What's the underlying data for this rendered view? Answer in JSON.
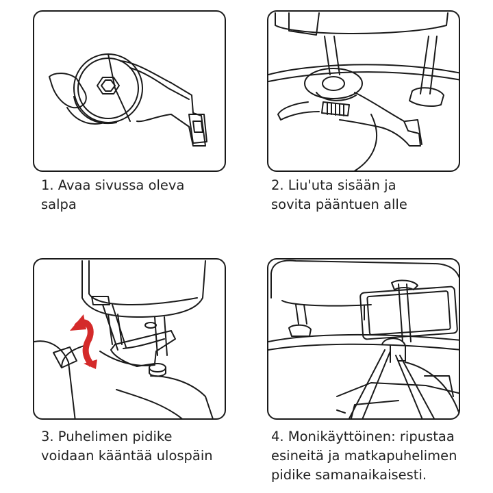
{
  "steps": [
    {
      "number": "1.",
      "lines": [
        "1. Avaa sivussa oleva",
        "salpa"
      ]
    },
    {
      "number": "2.",
      "lines": [
        "2. Liu'uta sisään ja",
        "sovita pääntuen alle"
      ]
    },
    {
      "number": "3.",
      "lines": [
        "3. Puhelimen pidike",
        "voidaan kääntää ulospäin"
      ]
    },
    {
      "number": "4.",
      "lines": [
        "4. Monikäyttöinen: ripustaa",
        "esineitä ja matkapuhelimen",
        "pidike samanaikaisesti."
      ]
    }
  ],
  "colors": {
    "outline": "#1a1a1a",
    "arrow": "#d42a2a",
    "caption": "#222222"
  }
}
